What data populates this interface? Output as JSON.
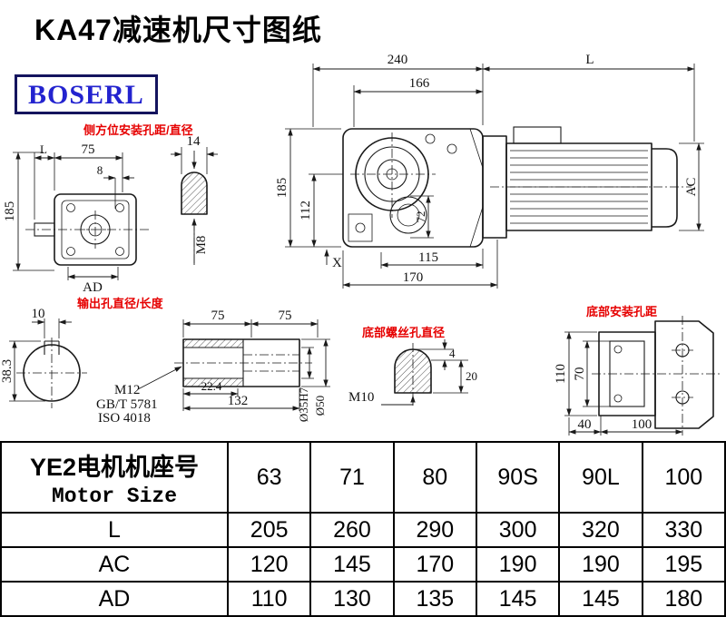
{
  "page": {
    "title": "KA47减速机尺寸图纸",
    "logo": "BOSERL"
  },
  "labels": {
    "side_mount": "侧方位安装孔距/直径",
    "output_hole": "输出孔直径/长度",
    "bottom_screw": "底部螺丝孔直径",
    "bottom_mount": "底部安装孔距"
  },
  "main_view": {
    "dim_240": "240",
    "dim_L": "L",
    "dim_166": "166",
    "dim_185": "185",
    "dim_112": "112",
    "dim_72": "72",
    "dim_X": "X",
    "dim_115": "115",
    "dim_170": "170",
    "dim_AC": "AC"
  },
  "side_view": {
    "dim_L": "L",
    "dim_75": "75",
    "dim_8": "8",
    "dim_185": "185",
    "dim_AD": "AD"
  },
  "side_hole": {
    "dim_14": "14",
    "thread": "M8"
  },
  "output_view": {
    "dim_10": "10",
    "dim_38_3": "38.3"
  },
  "shaft_view": {
    "dim_75a": "75",
    "dim_75b": "75",
    "dim_22_4": "22.4",
    "dim_132": "132",
    "thread": "M12",
    "std_gb": "GB/T 5781",
    "std_iso": "ISO 4018",
    "dia_35": "Ø35H7",
    "dia_50": "Ø50"
  },
  "bottom_screw": {
    "dim_4": "4",
    "dim_20": "20",
    "thread": "M10"
  },
  "bottom_mount": {
    "dim_110": "110",
    "dim_70": "70",
    "dim_40": "40",
    "dim_100": "100"
  },
  "table": {
    "header_cn": "YE2电机机座号",
    "header_en": "Motor Size",
    "columns": [
      "63",
      "71",
      "80",
      "90S",
      "90L",
      "100"
    ],
    "rows": [
      {
        "label": "L",
        "values": [
          "205",
          "260",
          "290",
          "300",
          "320",
          "330"
        ]
      },
      {
        "label": "AC",
        "values": [
          "120",
          "145",
          "170",
          "190",
          "190",
          "195"
        ]
      },
      {
        "label": "AD",
        "values": [
          "110",
          "130",
          "135",
          "145",
          "145",
          "180"
        ]
      }
    ]
  }
}
